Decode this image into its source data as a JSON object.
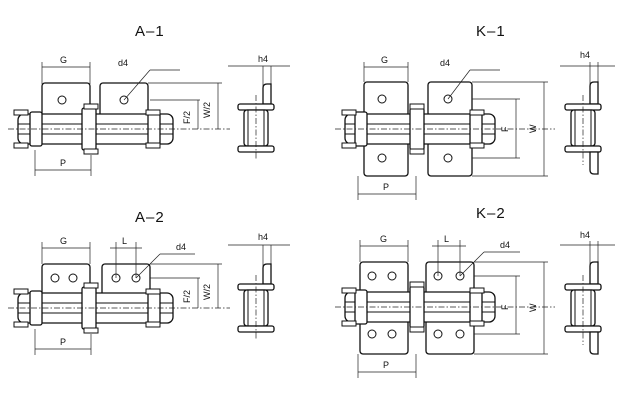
{
  "diagram": {
    "panels": [
      {
        "id": "a1",
        "title": "A–1",
        "labels": {
          "g": "G",
          "d": "d4",
          "p": "P",
          "f": "F/2",
          "w": "W/2",
          "h": "h4"
        }
      },
      {
        "id": "k1",
        "title": "K–1",
        "labels": {
          "g": "G",
          "d": "d4",
          "p": "P",
          "f": "F",
          "w": "W",
          "h": "h4"
        }
      },
      {
        "id": "a2",
        "title": "A–2",
        "labels": {
          "g": "G",
          "l": "L",
          "d": "d4",
          "p": "P",
          "f": "F/2",
          "w": "W/2",
          "h": "h4"
        }
      },
      {
        "id": "k2",
        "title": "K–2",
        "labels": {
          "g": "G",
          "l": "L",
          "d": "d4",
          "p": "P",
          "f": "F",
          "w": "W",
          "h": "h4"
        }
      }
    ]
  }
}
